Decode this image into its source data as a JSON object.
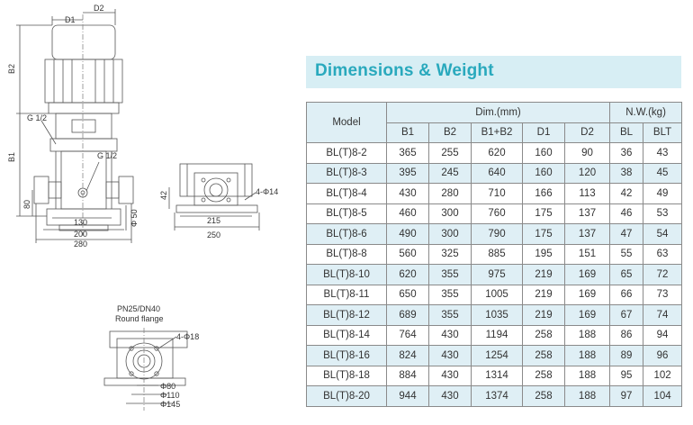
{
  "title": "Dimensions & Weight",
  "table": {
    "model_label": "Model",
    "dim_group": "Dim.(mm)",
    "nw_group": "N.W.(kg)",
    "subheaders": [
      "B1",
      "B2",
      "B1+B2",
      "D1",
      "D2",
      "BL",
      "BLT"
    ],
    "rows": [
      [
        "BL(T)8-2",
        "365",
        "255",
        "620",
        "160",
        "90",
        "36",
        "43"
      ],
      [
        "BL(T)8-3",
        "395",
        "245",
        "640",
        "160",
        "120",
        "38",
        "45"
      ],
      [
        "BL(T)8-4",
        "430",
        "280",
        "710",
        "166",
        "113",
        "42",
        "49"
      ],
      [
        "BL(T)8-5",
        "460",
        "300",
        "760",
        "175",
        "137",
        "46",
        "53"
      ],
      [
        "BL(T)8-6",
        "490",
        "300",
        "790",
        "175",
        "137",
        "47",
        "54"
      ],
      [
        "BL(T)8-8",
        "560",
        "325",
        "885",
        "195",
        "151",
        "55",
        "63"
      ],
      [
        "BL(T)8-10",
        "620",
        "355",
        "975",
        "219",
        "169",
        "65",
        "72"
      ],
      [
        "BL(T)8-11",
        "650",
        "355",
        "1005",
        "219",
        "169",
        "66",
        "73"
      ],
      [
        "BL(T)8-12",
        "689",
        "355",
        "1035",
        "219",
        "169",
        "67",
        "74"
      ],
      [
        "BL(T)8-14",
        "764",
        "430",
        "1194",
        "258",
        "188",
        "86",
        "94"
      ],
      [
        "BL(T)8-16",
        "824",
        "430",
        "1254",
        "258",
        "188",
        "89",
        "96"
      ],
      [
        "BL(T)8-18",
        "884",
        "430",
        "1314",
        "258",
        "188",
        "95",
        "102"
      ],
      [
        "BL(T)8-20",
        "944",
        "430",
        "1374",
        "258",
        "188",
        "97",
        "104"
      ]
    ],
    "shaded_rows": [
      1,
      4,
      6,
      8,
      10,
      12
    ]
  },
  "drawing": {
    "labels": {
      "d1": "D1",
      "d2": "D2",
      "b1": "B1",
      "b2": "B2",
      "g_top": "G 1/2",
      "g_side": "G 1/2",
      "dim_80": "80",
      "dim_130": "130",
      "dim_200": "200",
      "dim_280": "280",
      "dim_phi50": "Φ 50",
      "dim_42": "42",
      "dim_4phi14": "4-Φ14",
      "dim_215": "215",
      "dim_250": "250",
      "flange_line1": "PN25/DN40",
      "flange_line2": "Round flange",
      "dim_4phi18": "4-Φ18",
      "dim_phi80": "Φ80",
      "dim_phi110": "Φ110",
      "dim_phi145": "Φ145"
    }
  },
  "colors": {
    "accent": "#29a9bd",
    "header_bg": "#dfeff5",
    "title_bg": "#d7eef4",
    "border": "#8a8a8a"
  }
}
